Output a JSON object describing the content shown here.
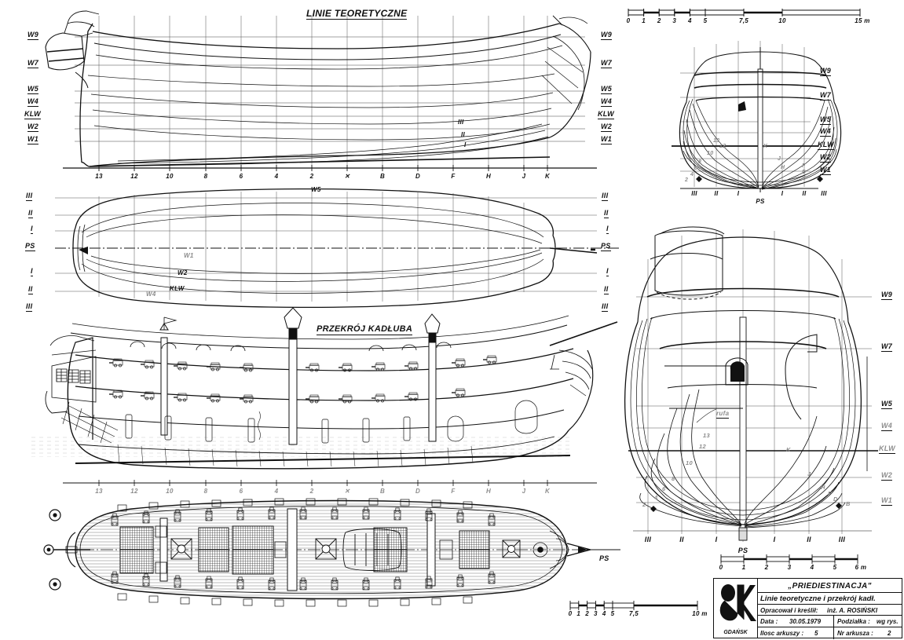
{
  "sheet": {
    "headings": {
      "lines_plan": "LINIE TEORETYCZNE",
      "hull_section": "PRZEKRÓJ KADŁUBA"
    },
    "waterlines": [
      "W9",
      "W7",
      "W5",
      "W4",
      "KLW",
      "W2",
      "W1"
    ],
    "buttocks": [
      "III",
      "II",
      "I",
      "PS",
      "I",
      "II",
      "III"
    ],
    "profile_buttock_labels": [
      "III",
      "II",
      "I"
    ],
    "stations": [
      "13",
      "12",
      "10",
      "8",
      "6",
      "4",
      "2",
      "✕",
      "B",
      "D",
      "F",
      "H",
      "J",
      "K"
    ],
    "body_plan_station_curves_aft": [
      "13",
      "12",
      "10",
      "8",
      "6",
      "4",
      "2"
    ],
    "body_plan_station_curves_fwd": [
      "K",
      "J",
      "H",
      "F",
      "D",
      "B"
    ],
    "body_plan_note": "rufa",
    "halfbreadth_waterline_labels": [
      "W5",
      "W1",
      "W2",
      "KLW",
      "W4"
    ],
    "centerline_label": "PS",
    "scales": {
      "top": {
        "ticks": [
          "0",
          "1",
          "2",
          "3",
          "4",
          "5",
          "7,5",
          "10"
        ],
        "end_label": "15 m"
      },
      "bottom_left": {
        "ticks": [
          "0",
          "1",
          "2",
          "3",
          "4",
          "5",
          "7,5"
        ],
        "end_label": "10 m"
      },
      "body_plan": {
        "ticks": [
          "0",
          "1",
          "2",
          "3",
          "4",
          "5"
        ],
        "end_label": "6 m"
      }
    }
  },
  "title_block": {
    "logo_text": "GDAŃSK",
    "ship_name": "„PRIEDIESTINACJA\"",
    "drawing_title": "Linie teoretyczne i przekrój kadł.",
    "author_label": "Opracował i kreślił:",
    "author_value": "inż. A. ROSIŃSKI",
    "date_label": "Data :",
    "date_value": "30.05.1979",
    "scale_label": "Podziałka :",
    "scale_value": "wg rys.",
    "sheets_label": "Ilosc arkuszy :",
    "sheets_value": "5",
    "sheet_no_label": "Nr arkusza :",
    "sheet_no_value": "2"
  },
  "colors": {
    "ink": "#111111",
    "light_ink": "#8d8d8d",
    "paper": "#ffffff"
  }
}
